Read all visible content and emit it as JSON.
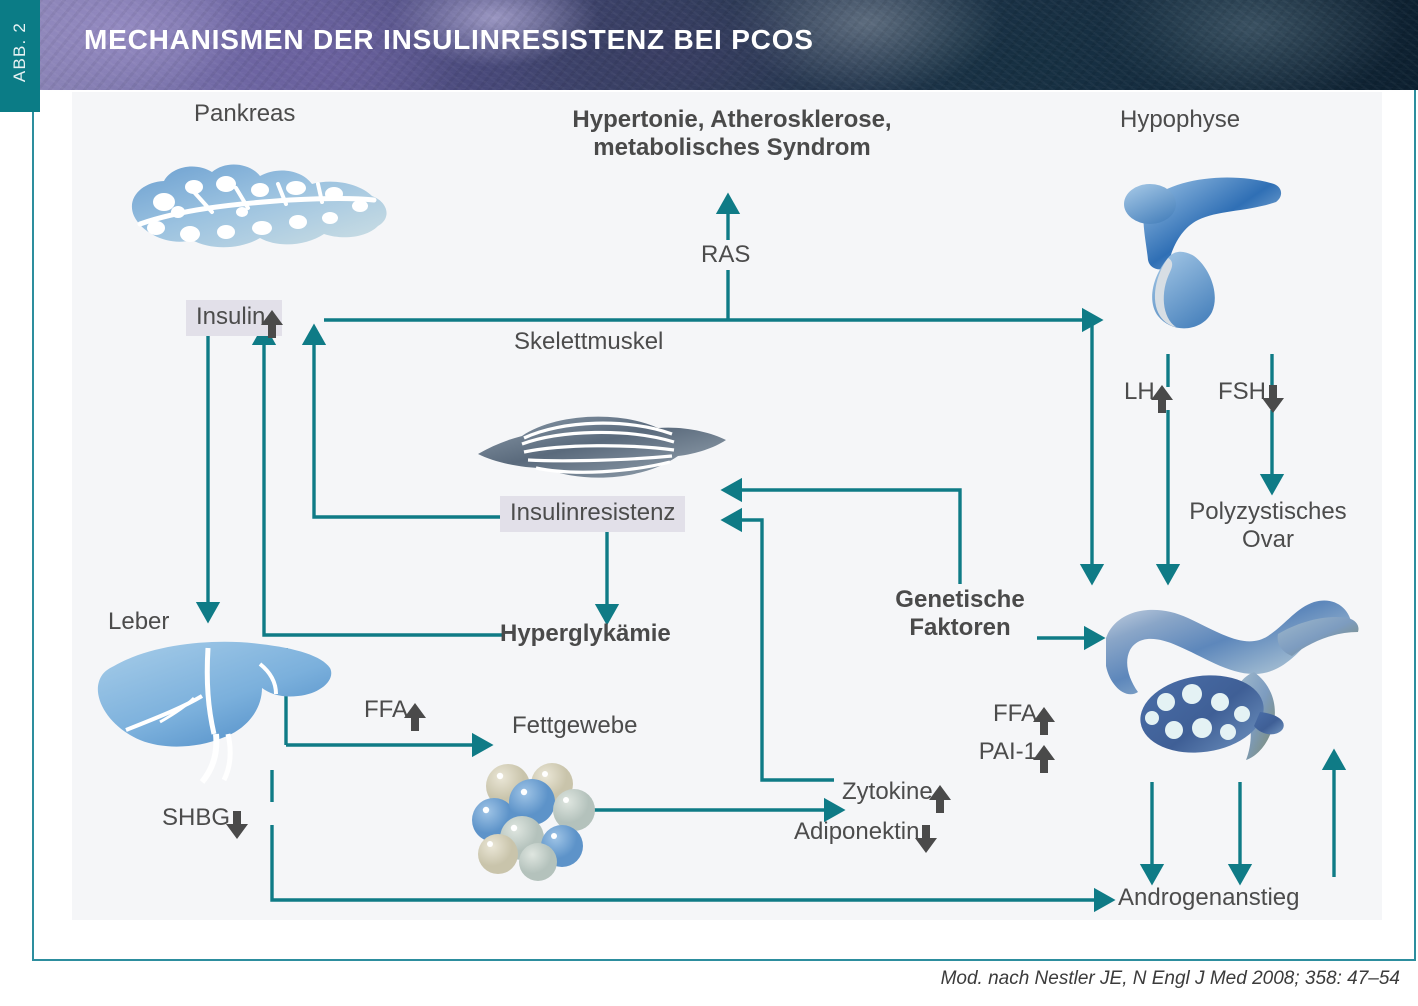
{
  "figure": {
    "tab_label": "ABB. 2",
    "header_title": "MECHANISMEN DER INSULINRESISTENZ BEI PCOS",
    "caption": "Mod. nach Nestler JE, N Engl J Med 2008; 358: 47–54"
  },
  "colors": {
    "teal_line": "#0f7b86",
    "header_teal": "#0b7c86",
    "frame_border": "#2d8e9e",
    "canvas_bg": "#f5f6f8",
    "chip_bg": "#e2e0e9",
    "text_gray": "#4c4c4c",
    "glyph_arrow": "#4a4a4a"
  },
  "nodes": {
    "pankreas": "Pankreas",
    "insulin": "Insulin",
    "outcome_line1": "Hypertonie, Atherosklerose,",
    "outcome_line2": "metabolisches Syndrom",
    "ras": "RAS",
    "hypophyse": "Hypophyse",
    "skelettmuskel": "Skelettmuskel",
    "insulinresistenz": "Insulinresistenz",
    "lh": "LH",
    "fsh": "FSH",
    "pco_line1": "Polyzystisches",
    "pco_line2": "Ovar",
    "leber": "Leber",
    "hyperglykaemie": "Hyperglykämie",
    "genetische_line1": "Genetische",
    "genetische_line2": "Faktoren",
    "ffa_leber": "FFA",
    "fettgewebe": "Fettgewebe",
    "shbg": "SHBG",
    "ffa_ovar": "FFA",
    "pai1": "PAI-1",
    "zytokine": "Zytokine",
    "adiponektin": "Adiponektin",
    "androgenanstieg": "Androgenanstieg"
  },
  "trend_arrows": {
    "insulin": "up",
    "lh": "up",
    "fsh": "down",
    "ffa_leber": "up",
    "shbg": "down",
    "ffa_ovar": "up",
    "pai1": "up",
    "zytokine": "up",
    "adiponektin": "down"
  },
  "organ_icons": [
    {
      "name": "pancreas-icon",
      "label": "Pankreas"
    },
    {
      "name": "pituitary-icon",
      "label": "Hypophyse"
    },
    {
      "name": "skeletal-muscle-icon",
      "label": "Skelettmuskel"
    },
    {
      "name": "liver-icon",
      "label": "Leber"
    },
    {
      "name": "adipose-tissue-icon",
      "label": "Fettgewebe"
    },
    {
      "name": "polycystic-ovary-icon",
      "label": "Polyzystisches Ovar"
    }
  ],
  "flow_edges": [
    {
      "from": "Insulin",
      "to": "Hypophyse"
    },
    {
      "from": "Insulin",
      "to": "Leber"
    },
    {
      "from": "Insulinresistenz",
      "to": "Insulin"
    },
    {
      "from": "Hyperglykämie",
      "to": "Insulin"
    },
    {
      "from": "Insulinresistenz",
      "to": "Hyperglykämie"
    },
    {
      "from": "Genetische Faktoren",
      "to": "Insulinresistenz"
    },
    {
      "from": "Fettgewebe-Zytokine",
      "to": "Insulinresistenz"
    },
    {
      "from": "Insulin",
      "to": "RAS → Hypertonie, Atherosklerose, metabolisches Syndrom"
    },
    {
      "from": "Hypophyse",
      "to": "LH → Polyzystisches Ovar"
    },
    {
      "from": "Hypophyse",
      "to": "FSH → Polyzystisches Ovar"
    },
    {
      "from": "Hypophyse-Insulin",
      "to": "Polyzystisches Ovar"
    },
    {
      "from": "Genetische Faktoren",
      "to": "Polyzystisches Ovar"
    },
    {
      "from": "Leber",
      "to": "FFA → Fettgewebe"
    },
    {
      "from": "Leber",
      "to": "SHBG → Androgenanstieg"
    },
    {
      "from": "Fettgewebe",
      "to": "Zytokine"
    },
    {
      "from": "Polyzystisches Ovar",
      "to": "Androgenanstieg"
    },
    {
      "from": "Androgenanstieg",
      "to": "Polyzystisches Ovar"
    }
  ]
}
